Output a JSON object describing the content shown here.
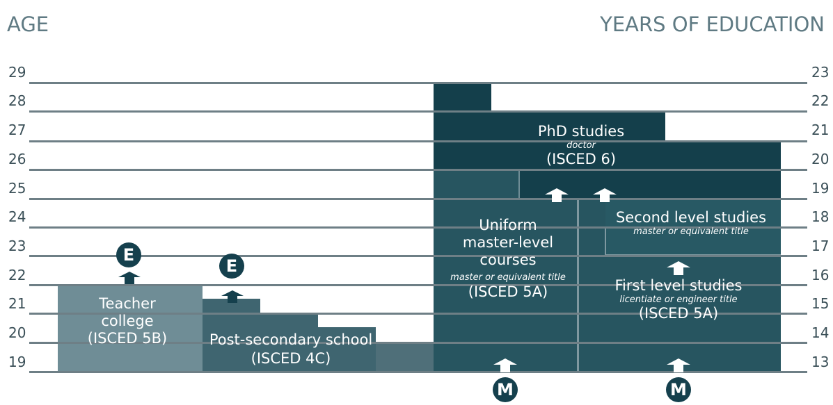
{
  "headers": {
    "age": "AGE",
    "years": "YEARS OF EDUCATION"
  },
  "age_ticks": [
    "29",
    "28",
    "27",
    "26",
    "25",
    "24",
    "23",
    "22",
    "21",
    "20",
    "19"
  ],
  "years_ticks": [
    "23",
    "22",
    "21",
    "20",
    "19",
    "18",
    "17",
    "16",
    "15",
    "14",
    "13"
  ],
  "blocks": {
    "teacher_college": {
      "line1": "Teacher",
      "line2": "college",
      "line3": "(ISCED 5B)"
    },
    "post_secondary": {
      "line1": "Post-secondary school",
      "line2": "(ISCED 4C)"
    },
    "phd": {
      "title": "PhD studies",
      "subtitle": "doctor",
      "isced": "(ISCED 6)"
    },
    "uniform_master": {
      "line1": "Uniform",
      "line2": "master-level",
      "line3": "courses",
      "subtitle": "master or equivalent title",
      "isced": "(ISCED 5A)"
    },
    "second_level": {
      "title": "Second level studies",
      "subtitle": "master or equivalent title"
    },
    "first_level": {
      "title": "First level studies",
      "subtitle": "licentiate or engineer title",
      "isced": "(ISCED 5A)"
    }
  },
  "markers": {
    "e1": "E",
    "e2": "E",
    "m1": "M",
    "m2": "M"
  },
  "colors": {
    "light_block": "#6f8d96",
    "mid_block": "#3f6570",
    "dark_block": "#275560",
    "darkest_block": "#143f4b",
    "circle": "#15404d",
    "grid_line": "#6e7f86"
  }
}
